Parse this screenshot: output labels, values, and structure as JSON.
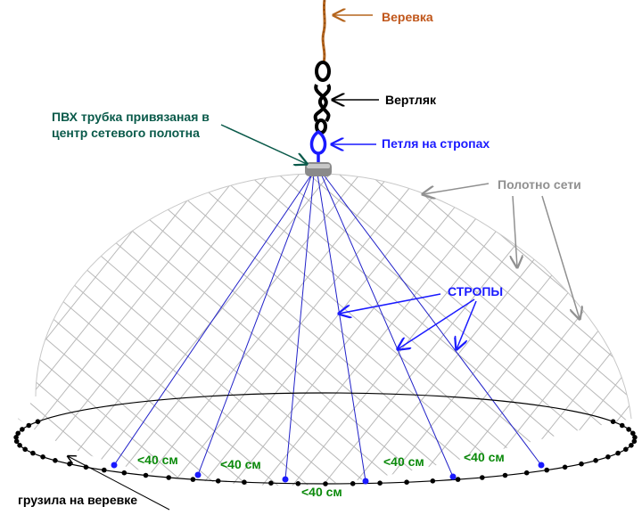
{
  "labels": {
    "rope": "Веревка",
    "swivel": "Вертляк",
    "pvc_tube_line1": "ПВХ трубка привязаная в",
    "pvc_tube_line2": "центр сетевого полотна",
    "loop": "Петля  на стропах",
    "net": "Полотно сети",
    "slings": "СТРОПЫ",
    "weights": "грузила на веревке"
  },
  "spacing_labels": [
    "<40 см",
    "<40 см",
    "<40 см",
    "<40 см",
    "<40 см"
  ],
  "colors": {
    "rope": "#b5651d",
    "rope_label": "#c0561a",
    "chain": "#000000",
    "loop": "#1a1aff",
    "loop_label": "#1a1aff",
    "pvc_label": "#0a5a4a",
    "net": "#b8b8b8",
    "net_label": "#909090",
    "slings": "#2020c8",
    "slings_label": "#1a1aff",
    "spacing_label": "#0b8a0b",
    "weights": "#000000"
  }
}
